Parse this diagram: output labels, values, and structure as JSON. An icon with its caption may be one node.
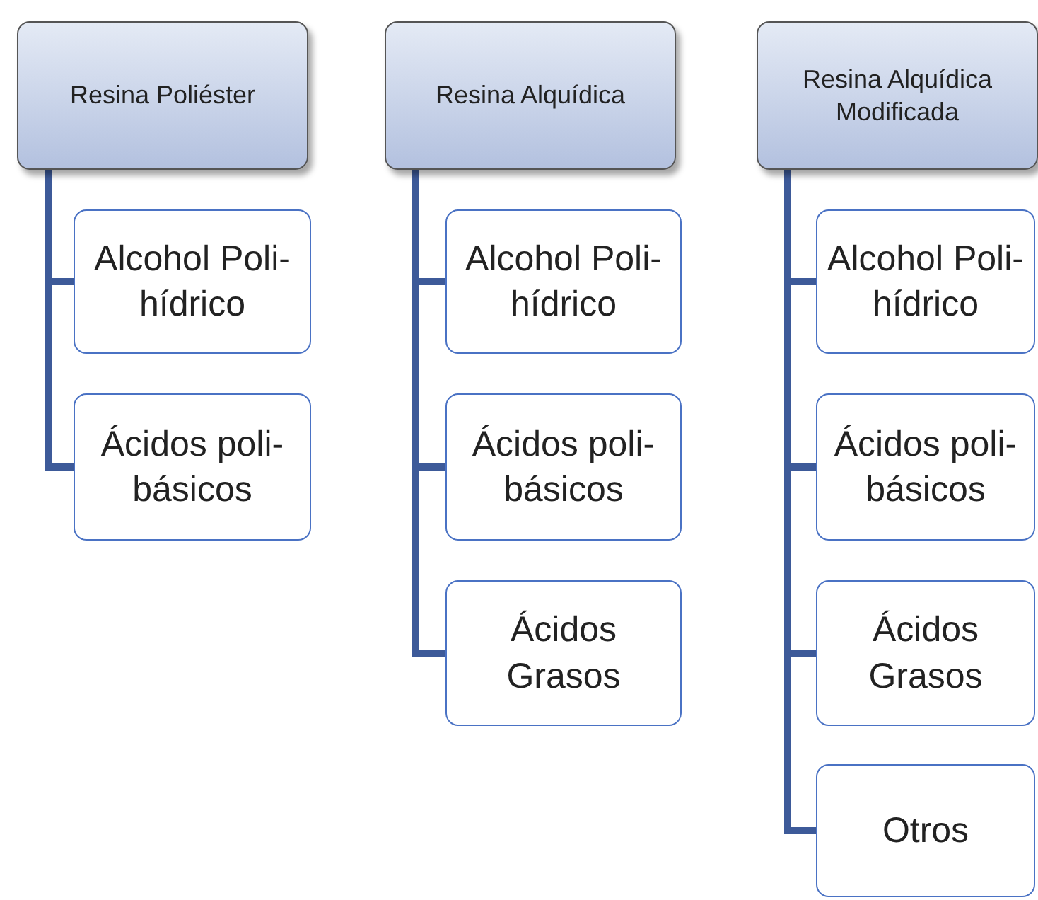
{
  "diagram": {
    "nodes": [
      {
        "text": [
          "Resina Poliéster"
        ]
      },
      {
        "text": [
          "Alcohol Poli-hídrico"
        ]
      },
      {
        "text": [
          "Ácidos poli-básicos"
        ]
      },
      {
        "text": [
          "Resina Alquídica"
        ]
      },
      {
        "text": [
          "Alcohol Poli-hídrico"
        ]
      },
      {
        "text": [
          "Ácidos poli-básicos"
        ]
      },
      {
        "text": [
          "Ácidos Grasos"
        ]
      },
      {
        "text": [
          "Resina Alquídica Modificada"
        ]
      },
      {
        "text": [
          "Alcohol Poli-hídrico"
        ]
      },
      {
        "text": [
          "Ácidos poli-básicos"
        ]
      },
      {
        "text": [
          "Ácidos Grasos"
        ]
      },
      {
        "text": [
          "Otros"
        ]
      }
    ],
    "edges": [
      {
        "from": 0,
        "to": 1,
        "arrow": "none"
      },
      {
        "from": 0,
        "to": 2,
        "arrow": "none"
      },
      {
        "from": 3,
        "to": 4,
        "arrow": "none"
      },
      {
        "from": 3,
        "to": 5,
        "arrow": "none"
      },
      {
        "from": 3,
        "to": 6,
        "arrow": "none"
      },
      {
        "from": 7,
        "to": 8,
        "arrow": "none"
      },
      {
        "from": 7,
        "to": 9,
        "arrow": "none"
      },
      {
        "from": 7,
        "to": 10,
        "arrow": "none"
      },
      {
        "from": 7,
        "to": 11,
        "arrow": "none"
      }
    ]
  }
}
